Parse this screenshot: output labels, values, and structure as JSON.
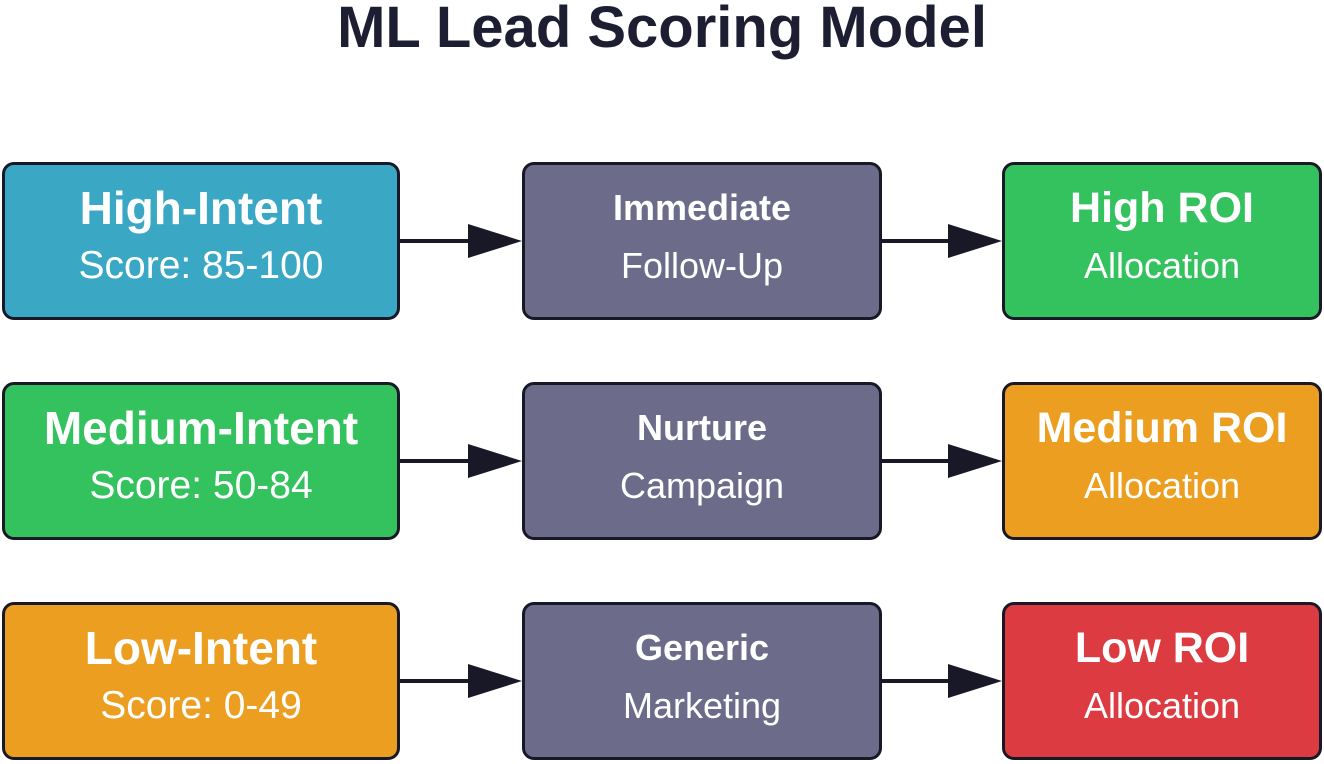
{
  "title": "ML Lead Scoring Model",
  "colors": {
    "blue": "#3aa8c4",
    "green": "#34c25f",
    "orange": "#eb9e20",
    "gray": "#6c6c8a",
    "red": "#dc3b41",
    "border": "#181826",
    "arrow": "#181826"
  },
  "rows": [
    {
      "segment": {
        "name": "High-Intent",
        "score": "Score: 85-100"
      },
      "action": {
        "line1": "Immediate",
        "line2": "Follow-Up"
      },
      "roi": {
        "line1": "High ROI",
        "line2": "Allocation"
      }
    },
    {
      "segment": {
        "name": "Medium-Intent",
        "score": "Score: 50-84"
      },
      "action": {
        "line1": "Nurture",
        "line2": "Campaign"
      },
      "roi": {
        "line1": "Medium ROI",
        "line2": "Allocation"
      }
    },
    {
      "segment": {
        "name": "Low-Intent",
        "score": "Score: 0-49"
      },
      "action": {
        "line1": "Generic",
        "line2": "Marketing"
      },
      "roi": {
        "line1": "Low ROI",
        "line2": "Allocation"
      }
    }
  ]
}
